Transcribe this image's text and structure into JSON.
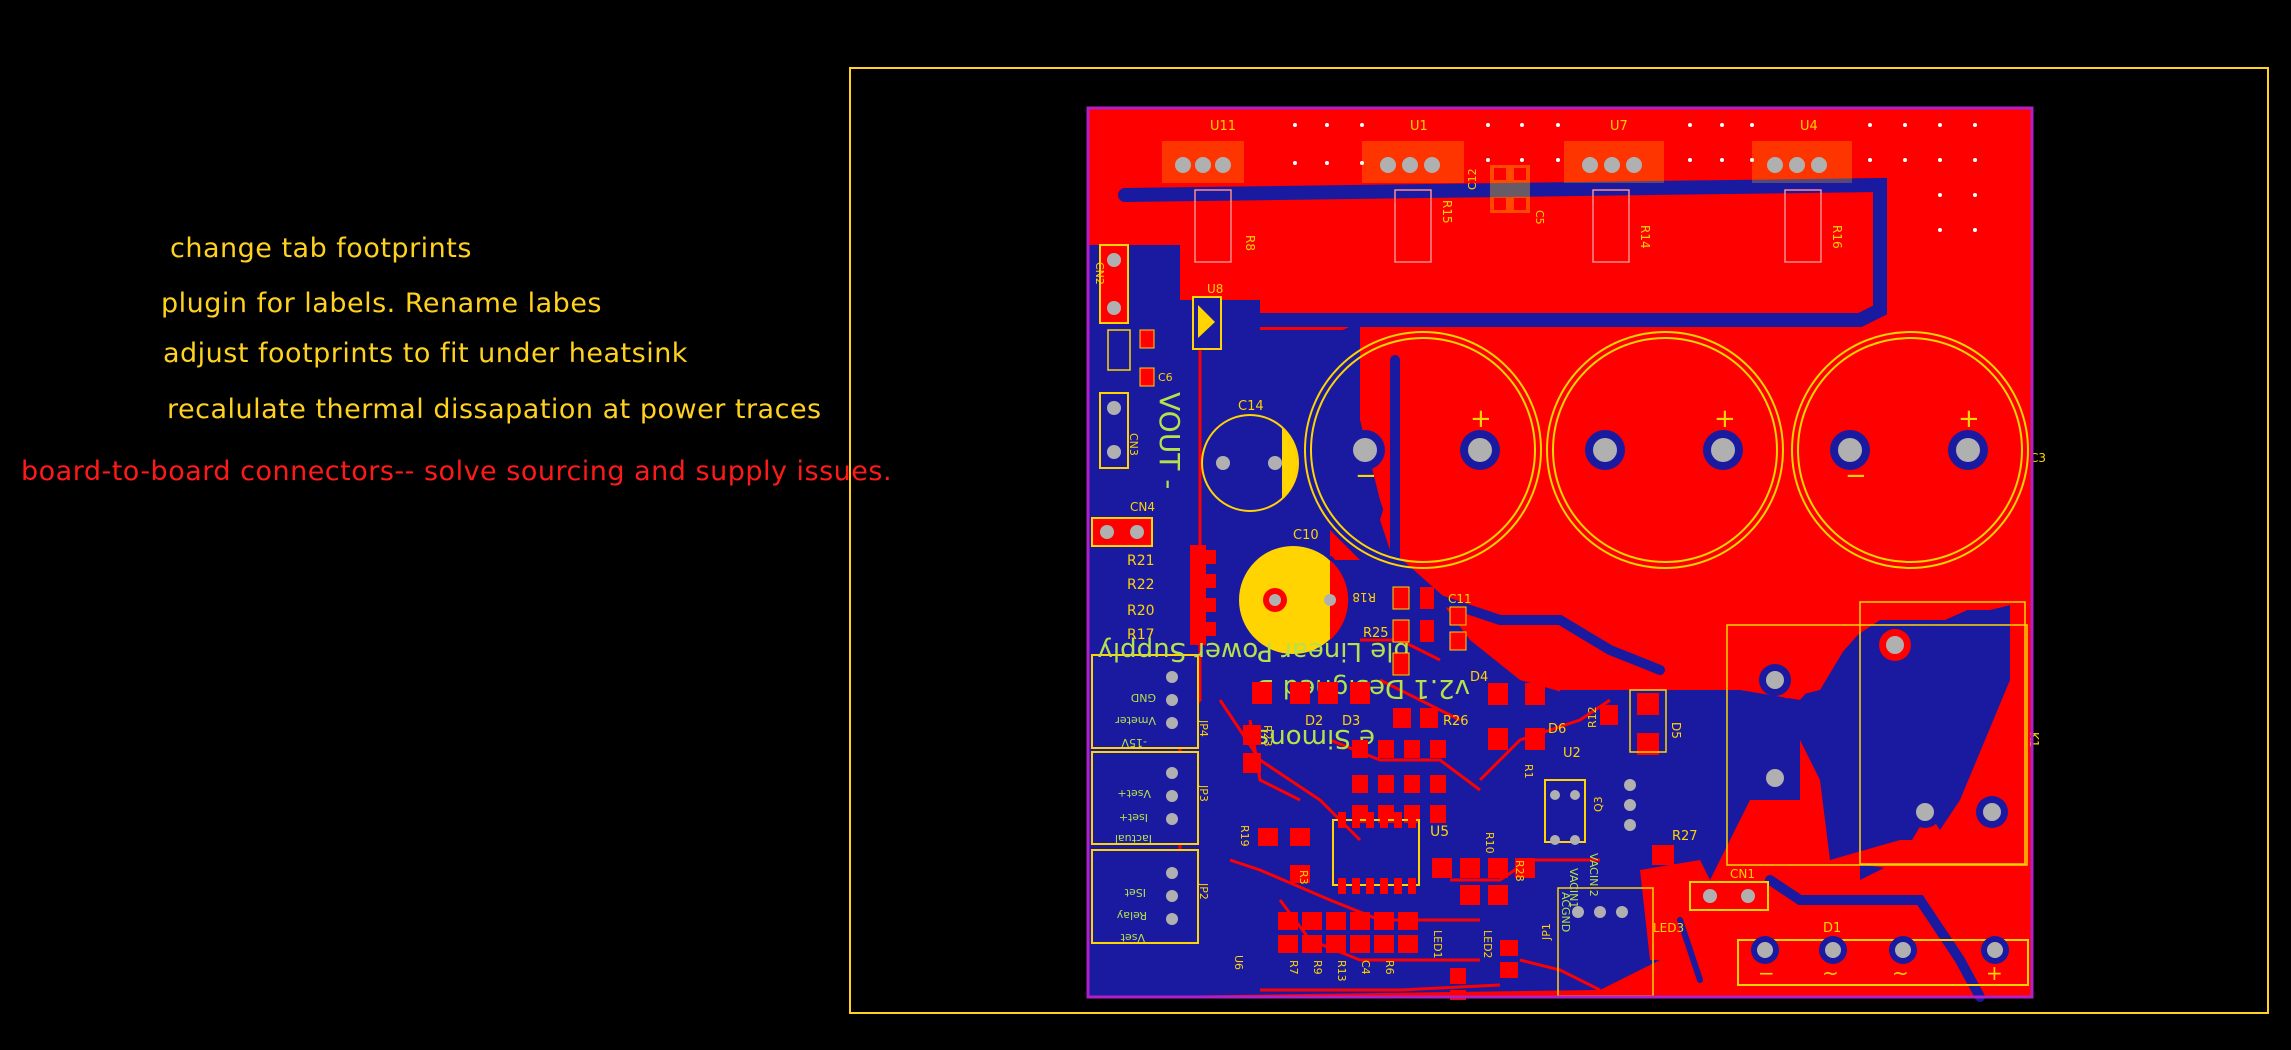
{
  "notes": [
    {
      "text": "change tab footprints",
      "color": "#ffd21f"
    },
    {
      "text": "plugin for labels. Rename labes",
      "color": "#ffd21f"
    },
    {
      "text": "adjust footprints to fit under heatsink",
      "color": "#ffd21f"
    },
    {
      "text": "recalulate thermal dissapation at power traces",
      "color": "#ffd21f"
    },
    {
      "text": "board-to-board connectors-- solve sourcing and supply issues.",
      "color": "#ff1a1a"
    }
  ],
  "colors": {
    "background": "#000000",
    "copper_top": "#ff0000",
    "copper_bottom": "#1a1aa0",
    "silkscreen": "#ffd400",
    "outline": "#ffd21f",
    "board_edge": "#b020c8",
    "pad": "#b0b0b0",
    "bottom_silk": "#b4e24a"
  },
  "designators": {
    "u11": "U11",
    "u1": "U1",
    "u7": "U7",
    "u4": "U4",
    "r8": "R8",
    "r15": "R15",
    "r14": "R14",
    "r16": "R16",
    "c12": "C12",
    "c5": "C5",
    "cn2": "CN2",
    "u8": "U8",
    "c6": "C6",
    "cn3": "CN3",
    "c14": "C14",
    "cn4": "CN4",
    "r21": "R21",
    "r22": "R22",
    "r20": "R20",
    "r17": "R17",
    "c10": "C10",
    "r18": "R18",
    "r25": "R25",
    "c11": "C11",
    "d2": "D2",
    "d3": "D3",
    "d4": "D4",
    "d6": "D6",
    "d5": "D5",
    "r26": "R26",
    "r12": "R12",
    "r23": "R23",
    "r1": "R1",
    "u2": "U2",
    "q3": "Q3",
    "r27": "R27",
    "cn1": "CN1",
    "u5": "U5",
    "r19": "R19",
    "r3": "R3",
    "r10": "R10",
    "r28": "R28",
    "jp1": "JP1",
    "led3": "LED3",
    "d1": "D1",
    "jp4": "JP4",
    "jp3": "JP3",
    "jp2": "JP2",
    "u6": "U6",
    "r7": "R7",
    "r9": "R9",
    "r13": "R13",
    "c4": "C4",
    "r6": "R6",
    "led1": "LED1",
    "led2": "LED2",
    "k1": "K1",
    "c3": "C3"
  },
  "bottom_silk": {
    "vout": "VOUT -",
    "title1": "ble Linear Power Supply",
    "title2": "v2.1 Designed B",
    "title3": "e Simons",
    "gnd": "GND",
    "vmeter": "Vmeter",
    "v15": "-15V",
    "vset": "Vset+",
    "iset": "Iset+",
    "iactual": "Iactual",
    "iset2": "ISet",
    "relay": "Relay",
    "vset2": "Vset",
    "vacin2": "VACIN 2",
    "vacin1": "VACIN1",
    "acgnd": "ACGND"
  }
}
